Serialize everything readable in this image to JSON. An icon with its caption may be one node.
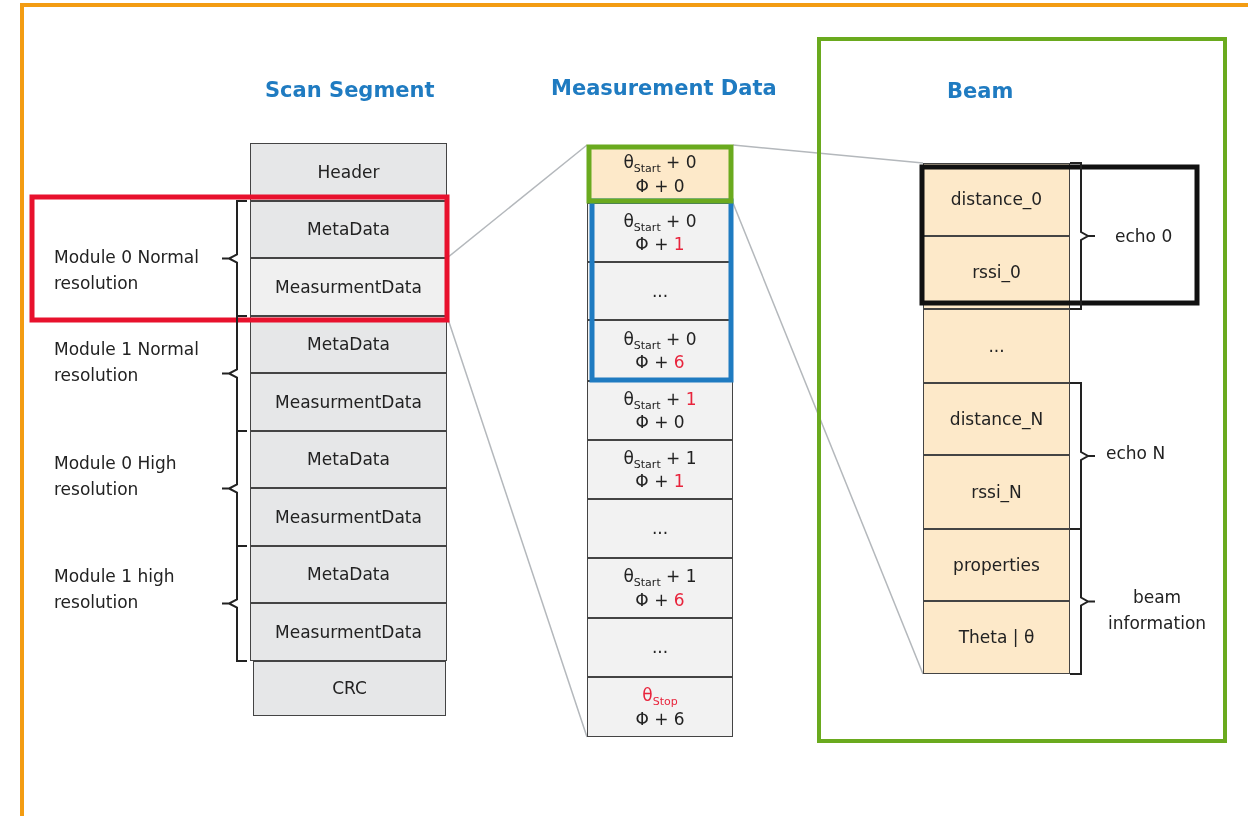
{
  "diagram": {
    "nodes": [
      {
        "text": [
          "Header"
        ]
      },
      {
        "text": [
          "MetaData"
        ]
      },
      {
        "text": [
          "MeasurmentData"
        ]
      },
      {
        "text": [
          "MetaData"
        ]
      },
      {
        "text": [
          "MeasurmentData"
        ]
      },
      {
        "text": [
          "MetaData"
        ]
      },
      {
        "text": [
          "MeasurmentData"
        ]
      },
      {
        "text": [
          "MetaData"
        ]
      },
      {
        "text": [
          "MeasurmentData"
        ]
      },
      {
        "text": [
          "CRC"
        ]
      },
      {
        "text": [
          "θ$_{Start}$ + 0",
          "Φ + 0"
        ]
      },
      {
        "text": [
          "θ$_{Start}$ + 0",
          "Φ + 1"
        ]
      },
      {
        "text": [
          "..."
        ]
      },
      {
        "text": [
          "θ$_{Start}$ + 0",
          "Φ + 6"
        ]
      },
      {
        "text": [
          "θ$_{Start}$ + 1",
          "Φ + 0"
        ]
      },
      {
        "text": [
          "θ$_{Start}$ + 1",
          "Φ + 1"
        ]
      },
      {
        "text": [
          "..."
        ]
      },
      {
        "text": [
          "θ$_{Start}$ + 1",
          "Φ + 6"
        ]
      },
      {
        "text": [
          "..."
        ]
      },
      {
        "text": [
          "θ$_{Stop}$",
          "Φ + 6"
        ]
      },
      {
        "text": [
          "Beam"
        ]
      },
      {
        "text": [
          "distance_0"
        ],
        "in": 20
      },
      {
        "text": [
          "rssi_0"
        ],
        "in": 20
      },
      {
        "text": [
          "..."
        ],
        "in": 20
      },
      {
        "text": [
          "distance_N"
        ],
        "in": 20
      },
      {
        "text": [
          "rssi_N"
        ],
        "in": 20
      },
      {
        "text": [
          "properties"
        ],
        "in": 20
      },
      {
        "text": [
          "Theta | θ"
        ],
        "in": 20
      }
    ],
    "edges": [
      {
        "from": 2,
        "to": 10,
        "arrow": "none"
      },
      {
        "from": 2,
        "to": 19,
        "arrow": "none"
      },
      {
        "from": 10,
        "to": 21,
        "arrow": "none"
      },
      {
        "from": 10,
        "to": 27,
        "arrow": "none"
      }
    ],
    "labels": [
      "Scan Segment",
      "Measurement Data",
      "Module 0 Normal resolution",
      "Module 1 Normal resolution",
      "Module 0 High resolution",
      "Module 1 high resolution",
      "echo 0",
      "echo N",
      "beam information"
    ]
  }
}
